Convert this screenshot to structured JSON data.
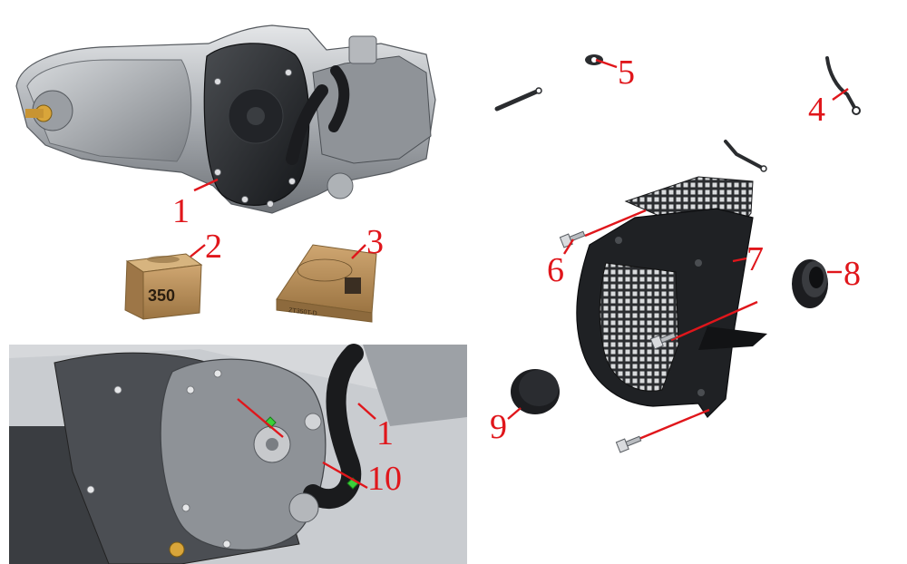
{
  "diagram": {
    "callouts": [
      "1",
      "2",
      "3",
      "4",
      "5",
      "6",
      "7",
      "8",
      "9",
      "1",
      "10"
    ],
    "box_labels": {
      "part2": "350",
      "part3": "ZT350T-D"
    }
  },
  "colors": {
    "callout": "#e0161b",
    "marker": "#3ad13a",
    "engine_dark": "#2a2c2f",
    "engine_light": "#b9bcc0",
    "cardboard": "#b48a56"
  }
}
